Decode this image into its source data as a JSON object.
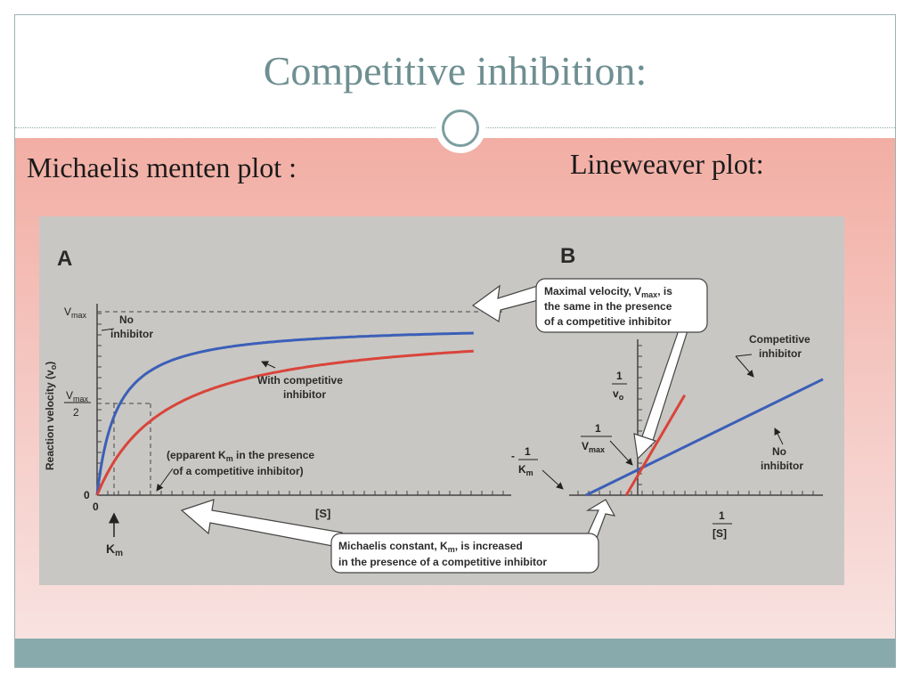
{
  "slide": {
    "title": "Competitive inhibition:",
    "subtitle_left": "Michaelis menten plot :",
    "subtitle_right": "Lineweaver plot:"
  },
  "colors": {
    "frame_border": "#9fb2b3",
    "title_color": "#6f8f91",
    "content_top": "#f2aea4",
    "content_bottom": "#f8e2e0",
    "bottom_band": "#88aaad",
    "figure_bg": "#c9c7c3",
    "no_inhibitor_curve": "#3b5fb8",
    "inhibitor_curve": "#d9443a"
  },
  "chart_data": [
    {
      "type": "line",
      "panel": "A",
      "ylabel": "Reaction velocity (vo)",
      "xlabel": "[S]",
      "y_ticks": [
        "Vmax",
        "Vmax/2",
        "0"
      ],
      "x_ticks": [
        "0",
        "Km"
      ],
      "series": [
        {
          "name": "No inhibitor",
          "color": "#3b5fb8",
          "vmax": 1.0,
          "km": 1.0
        },
        {
          "name": "With competitive inhibitor",
          "color": "#d9443a",
          "vmax": 1.0,
          "km": 3.5
        }
      ],
      "xlim": [
        0,
        20
      ],
      "ylim": [
        0,
        1.0
      ],
      "annotations": [
        "(epparent Km in the presence of a competitive inhibitor)",
        "Michaelis constant, Km, is increased in the presence of a competitive inhibitor"
      ]
    },
    {
      "type": "line",
      "panel": "B",
      "ylabel": "1/vo",
      "xlabel": "1/[S]",
      "y_intercept_label": "1/Vmax",
      "x_intercept_label": "-1/Km",
      "series": [
        {
          "name": "No inhibitor",
          "color": "#3b5fb8",
          "y_intercept": 1.0,
          "slope": 1.0
        },
        {
          "name": "Competitive inhibitor",
          "color": "#d9443a",
          "y_intercept": 1.0,
          "slope": 3.5
        }
      ],
      "xlim": [
        -1.3,
        3.2
      ],
      "annotations": [
        "Maximal velocity, Vmax, is the same in the presence of a competitive inhibitor"
      ]
    }
  ]
}
